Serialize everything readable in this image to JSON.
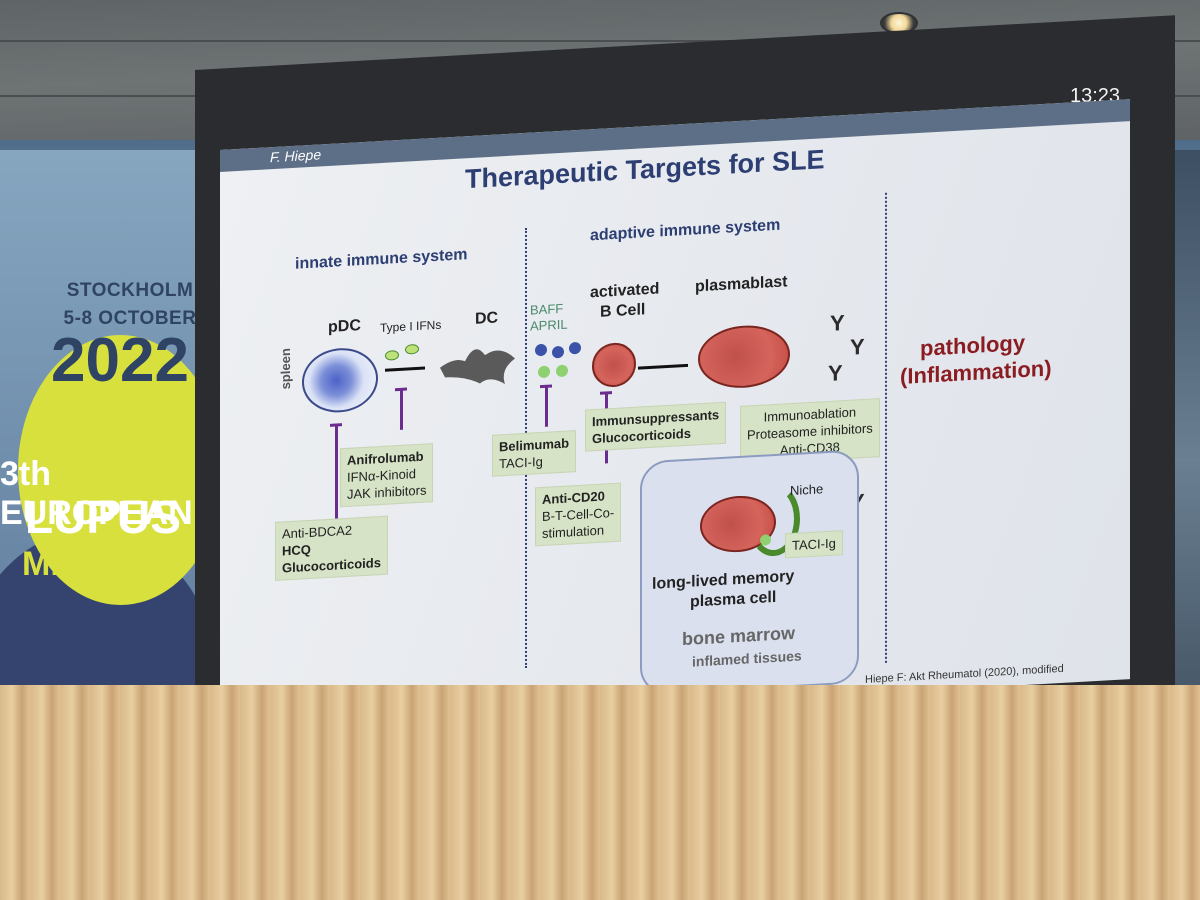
{
  "clock": "13:23",
  "event": {
    "city": "STOCKHOLM",
    "dates": "5-8 OCTOBER",
    "year": "2022",
    "line1": "3th EUROPEAN",
    "line2": "LUPUS",
    "line3": "MEETING"
  },
  "slide": {
    "author": "F. Hiepe",
    "title": "Therapeutic Targets for SLE",
    "innate": "innate immune system",
    "adaptive": "adaptive immune system",
    "spleen": "spleen",
    "pdc": "pDC",
    "type1": "Type I IFNs",
    "dc": "DC",
    "baff": "BAFF",
    "april": "APRIL",
    "activated": "activated",
    "bcell": "B Cell",
    "plasmablast": "plasmablast",
    "pathology1": "pathology",
    "pathology2": "(Inflammation)",
    "anifrolumab": "Anifrolumab",
    "ifn_kinoid": "IFNα-Kinoid",
    "jak": "JAK inhibitors",
    "anti_bdca2": "Anti-BDCA2",
    "hcq": "HCQ",
    "gluco1": "Glucocorticoids",
    "belimumab": "Belimumab",
    "taci1": "TACI-Ig",
    "immunsupp": "Immunsuppressants",
    "gluco2": "Glucocorticoids",
    "immunoablation": "Immunoablation",
    "proteasome": "Proteasome inhibitors",
    "anti_cd38": "Anti-CD38",
    "anti_cd20": "Anti-CD20",
    "btcell1": "B-T-Cell-Co-",
    "btcell2": "stimulation",
    "niche": "Niche",
    "taci2": "TACI-Ig",
    "longlived1": "long-lived memory",
    "longlived2": "plasma cell",
    "bone_marrow": "bone marrow",
    "inflamed": "inflamed tissues",
    "citation": "Hiepe F: Akt Rheumatol (2020), modified"
  }
}
